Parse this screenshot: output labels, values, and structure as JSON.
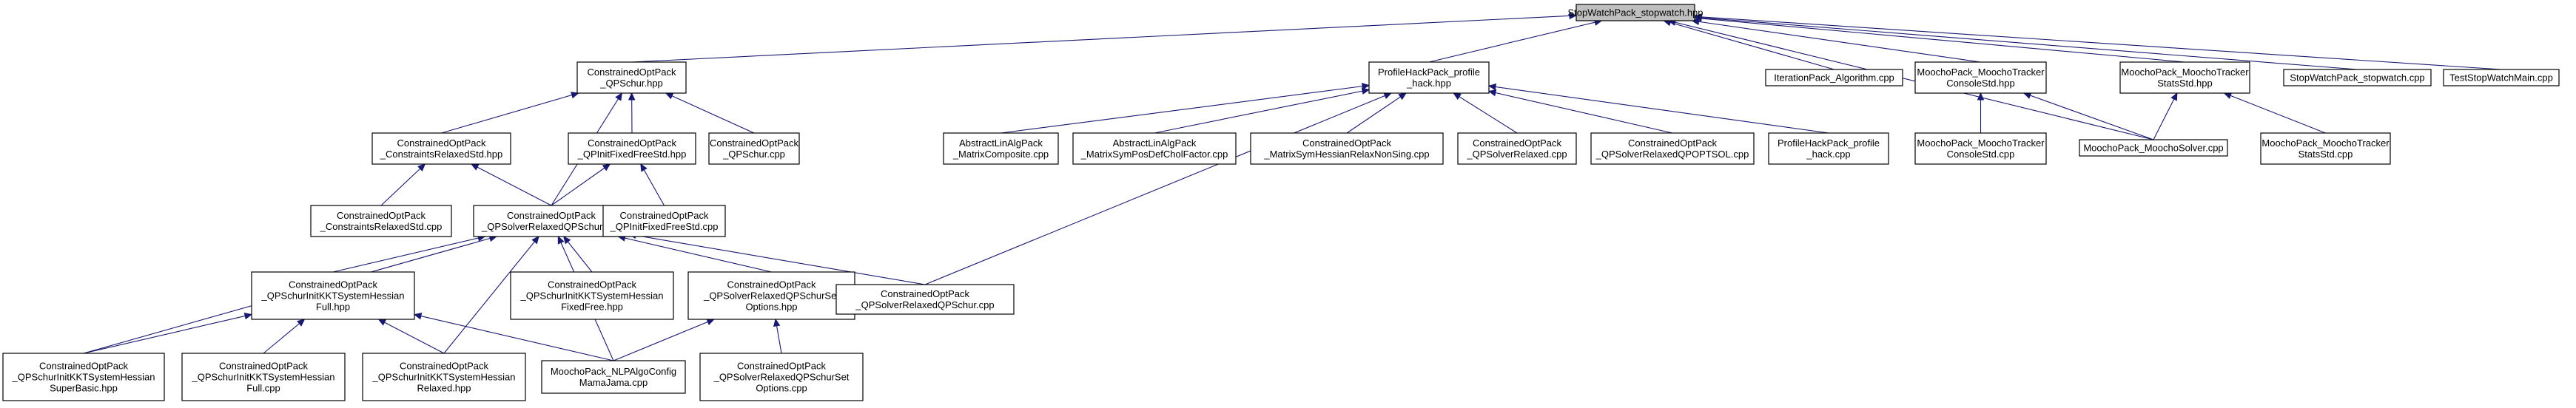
{
  "colors": {
    "edge": "#191970",
    "root_fill": "#bfbfbf",
    "node_fill": "#ffffff",
    "border": "#000000"
  },
  "nodes": [
    {
      "id": "root",
      "lines": [
        "StopWatchPack_stopwatch.hpp"
      ],
      "root": true
    },
    {
      "id": "qpschur_hpp",
      "lines": [
        "ConstrainedOptPack",
        "_QPSchur.hpp"
      ]
    },
    {
      "id": "profile_hack_hpp",
      "lines": [
        "ProfileHackPack_profile",
        "_hack.hpp"
      ]
    },
    {
      "id": "iteration_algo",
      "lines": [
        "IterationPack_Algorithm.cpp"
      ]
    },
    {
      "id": "moocho_console_hpp",
      "lines": [
        "MoochoPack_MoochoTracker",
        "ConsoleStd.hpp"
      ]
    },
    {
      "id": "moocho_stats_hpp",
      "lines": [
        "MoochoPack_MoochoTracker",
        "StatsStd.hpp"
      ]
    },
    {
      "id": "stopwatch_cpp",
      "lines": [
        "StopWatchPack_stopwatch.cpp"
      ]
    },
    {
      "id": "test_stopwatch",
      "lines": [
        "TestStopWatchMain.cpp"
      ]
    },
    {
      "id": "constraints_relaxed_hpp",
      "lines": [
        "ConstrainedOptPack",
        "_ConstraintsRelaxedStd.hpp"
      ]
    },
    {
      "id": "qpinit_fixed_hpp",
      "lines": [
        "ConstrainedOptPack",
        "_QPInitFixedFreeStd.hpp"
      ]
    },
    {
      "id": "qpschur_cpp",
      "lines": [
        "ConstrainedOptPack",
        "_QPSchur.cpp"
      ]
    },
    {
      "id": "abstract_composite",
      "lines": [
        "AbstractLinAlgPack",
        "_MatrixComposite.cpp"
      ]
    },
    {
      "id": "abstract_chol",
      "lines": [
        "AbstractLinAlgPack",
        "_MatrixSymPosDefCholFactor.cpp"
      ]
    },
    {
      "id": "matrix_sym_hessian",
      "lines": [
        "ConstrainedOptPack",
        "_MatrixSymHessianRelaxNonSing.cpp"
      ]
    },
    {
      "id": "qpsolver_relaxed_cpp",
      "lines": [
        "ConstrainedOptPack",
        "_QPSolverRelaxed.cpp"
      ]
    },
    {
      "id": "qpsolver_qpoptsol",
      "lines": [
        "ConstrainedOptPack",
        "_QPSolverRelaxedQPOPTSOL.cpp"
      ]
    },
    {
      "id": "profile_hack_cpp",
      "lines": [
        "ProfileHackPack_profile",
        "_hack.cpp"
      ]
    },
    {
      "id": "moocho_console_cpp",
      "lines": [
        "MoochoPack_MoochoTracker",
        "ConsoleStd.cpp"
      ]
    },
    {
      "id": "moocho_solver_cpp",
      "lines": [
        "MoochoPack_MoochoSolver.cpp"
      ]
    },
    {
      "id": "moocho_stats_cpp",
      "lines": [
        "MoochoPack_MoochoTracker",
        "StatsStd.cpp"
      ]
    },
    {
      "id": "constraints_relaxed_cpp",
      "lines": [
        "ConstrainedOptPack",
        "_ConstraintsRelaxedStd.cpp"
      ]
    },
    {
      "id": "qpsolver_relaxed_qpschur_hpp",
      "lines": [
        "ConstrainedOptPack",
        "_QPSolverRelaxedQPSchur.hpp"
      ]
    },
    {
      "id": "qpinit_fixed_cpp",
      "lines": [
        "ConstrainedOptPack",
        "_QPInitFixedFreeStd.cpp"
      ]
    },
    {
      "id": "kkt_full_hpp",
      "lines": [
        "ConstrainedOptPack",
        "_QPSchurInitKKTSystemHessian",
        "Full.hpp"
      ]
    },
    {
      "id": "kkt_fixedfree_hpp",
      "lines": [
        "ConstrainedOptPack",
        "_QPSchurInitKKTSystemHessian",
        "FixedFree.hpp"
      ]
    },
    {
      "id": "set_options_hpp",
      "lines": [
        "ConstrainedOptPack",
        "_QPSolverRelaxedQPSchurSet",
        "Options.hpp"
      ]
    },
    {
      "id": "qpsolver_relaxed_qpschur_cpp",
      "lines": [
        "ConstrainedOptPack",
        "_QPSolverRelaxedQPSchur.cpp"
      ]
    },
    {
      "id": "kkt_superbasic_hpp",
      "lines": [
        "ConstrainedOptPack",
        "_QPSchurInitKKTSystemHessian",
        "SuperBasic.hpp"
      ]
    },
    {
      "id": "kkt_full_cpp",
      "lines": [
        "ConstrainedOptPack",
        "_QPSchurInitKKTSystemHessian",
        "Full.cpp"
      ]
    },
    {
      "id": "kkt_relaxed_hpp",
      "lines": [
        "ConstrainedOptPack",
        "_QPSchurInitKKTSystemHessian",
        "Relaxed.hpp"
      ]
    },
    {
      "id": "nlp_algo_config",
      "lines": [
        "MoochoPack_NLPAlgoConfig",
        "MamaJama.cpp"
      ]
    },
    {
      "id": "set_options_cpp",
      "lines": [
        "ConstrainedOptPack",
        "_QPSolverRelaxedQPSchurSet",
        "Options.cpp"
      ]
    }
  ],
  "edges": [
    [
      "root",
      "qpschur_hpp"
    ],
    [
      "root",
      "profile_hack_hpp"
    ],
    [
      "root",
      "iteration_algo"
    ],
    [
      "root",
      "moocho_console_hpp"
    ],
    [
      "root",
      "moocho_stats_hpp"
    ],
    [
      "root",
      "stopwatch_cpp"
    ],
    [
      "root",
      "test_stopwatch"
    ],
    [
      "root",
      "moocho_solver_cpp"
    ],
    [
      "qpschur_hpp",
      "constraints_relaxed_hpp"
    ],
    [
      "qpschur_hpp",
      "qpinit_fixed_hpp"
    ],
    [
      "qpschur_hpp",
      "qpschur_cpp"
    ],
    [
      "qpschur_hpp",
      "qpsolver_relaxed_qpschur_hpp"
    ],
    [
      "profile_hack_hpp",
      "abstract_composite"
    ],
    [
      "profile_hack_hpp",
      "abstract_chol"
    ],
    [
      "profile_hack_hpp",
      "matrix_sym_hessian"
    ],
    [
      "profile_hack_hpp",
      "qpsolver_relaxed_cpp"
    ],
    [
      "profile_hack_hpp",
      "qpsolver_qpoptsol"
    ],
    [
      "profile_hack_hpp",
      "profile_hack_cpp"
    ],
    [
      "profile_hack_hpp",
      "qpsolver_relaxed_qpschur_cpp"
    ],
    [
      "moocho_console_hpp",
      "moocho_console_cpp"
    ],
    [
      "moocho_console_hpp",
      "moocho_solver_cpp"
    ],
    [
      "moocho_stats_hpp",
      "moocho_solver_cpp"
    ],
    [
      "moocho_stats_hpp",
      "moocho_stats_cpp"
    ],
    [
      "constraints_relaxed_hpp",
      "constraints_relaxed_cpp"
    ],
    [
      "constraints_relaxed_hpp",
      "qpsolver_relaxed_qpschur_hpp"
    ],
    [
      "qpinit_fixed_hpp",
      "qpinit_fixed_cpp"
    ],
    [
      "qpinit_fixed_hpp",
      "qpsolver_relaxed_qpschur_hpp"
    ],
    [
      "qpsolver_relaxed_qpschur_hpp",
      "kkt_full_hpp"
    ],
    [
      "qpsolver_relaxed_qpschur_hpp",
      "kkt_fixedfree_hpp"
    ],
    [
      "qpsolver_relaxed_qpschur_hpp",
      "set_options_hpp"
    ],
    [
      "qpsolver_relaxed_qpschur_hpp",
      "qpsolver_relaxed_qpschur_cpp"
    ],
    [
      "qpsolver_relaxed_qpschur_hpp",
      "kkt_superbasic_hpp"
    ],
    [
      "qpsolver_relaxed_qpschur_hpp",
      "kkt_relaxed_hpp"
    ],
    [
      "qpsolver_relaxed_qpschur_hpp",
      "nlp_algo_config"
    ],
    [
      "kkt_full_hpp",
      "kkt_superbasic_hpp"
    ],
    [
      "kkt_full_hpp",
      "kkt_full_cpp"
    ],
    [
      "kkt_full_hpp",
      "kkt_relaxed_hpp"
    ],
    [
      "kkt_full_hpp",
      "nlp_algo_config"
    ],
    [
      "set_options_hpp",
      "nlp_algo_config"
    ],
    [
      "set_options_hpp",
      "set_options_cpp"
    ]
  ]
}
